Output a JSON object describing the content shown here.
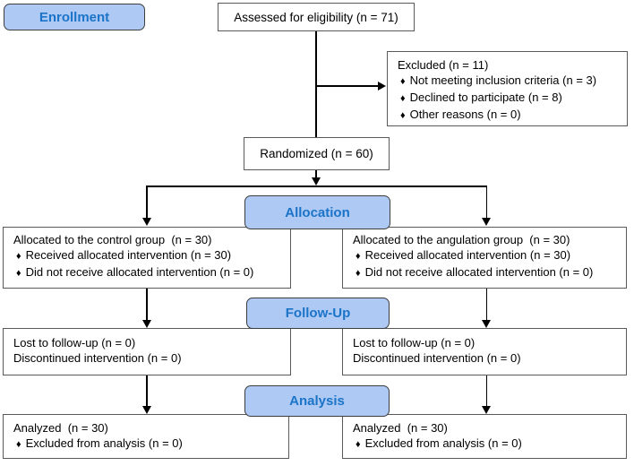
{
  "diagram": {
    "bullet_char": "♦",
    "colors": {
      "stage_fill": "#adc9f4",
      "stage_border": "#3d3d3d",
      "stage_text": "#1b74c8",
      "box_border": "#5a5a5a",
      "line": "#000000",
      "text": "#000000",
      "background": "#ffffff"
    },
    "stages": {
      "enrollment": "Enrollment",
      "allocation": "Allocation",
      "followup": "Follow-Up",
      "analysis": "Analysis"
    },
    "boxes": {
      "assessed": {
        "title": "Assessed for eligibility (n = 71)"
      },
      "excluded": {
        "title": "Excluded (n = 11)",
        "items": [
          "Not meeting inclusion criteria (n = 3)",
          "Declined to participate (n = 8)",
          "Other reasons (n = 0)"
        ]
      },
      "randomized": {
        "title": "Randomized (n = 60)"
      },
      "allocated_control": {
        "title": "Allocated to the control group  (n = 30)",
        "items": [
          "Received allocated intervention (n = 30)",
          "Did not receive allocated intervention (n = 0)"
        ]
      },
      "allocated_angulation": {
        "title": "Allocated to the angulation group  (n = 30)",
        "items": [
          "Received allocated intervention (n = 30)",
          "Did not receive allocated intervention (n = 0)"
        ]
      },
      "followup_control": {
        "lines": [
          "Lost to follow-up (n = 0)",
          "Discontinued intervention (n = 0)"
        ]
      },
      "followup_angulation": {
        "lines": [
          "Lost to follow-up (n = 0)",
          "Discontinued intervention (n = 0)"
        ]
      },
      "analyzed_control": {
        "title": "Analyzed  (n = 30)",
        "items": [
          "Excluded from analysis (n = 0)"
        ]
      },
      "analyzed_angulation": {
        "title": "Analyzed  (n = 30)",
        "items": [
          "Excluded from analysis (n = 0)"
        ]
      }
    }
  }
}
